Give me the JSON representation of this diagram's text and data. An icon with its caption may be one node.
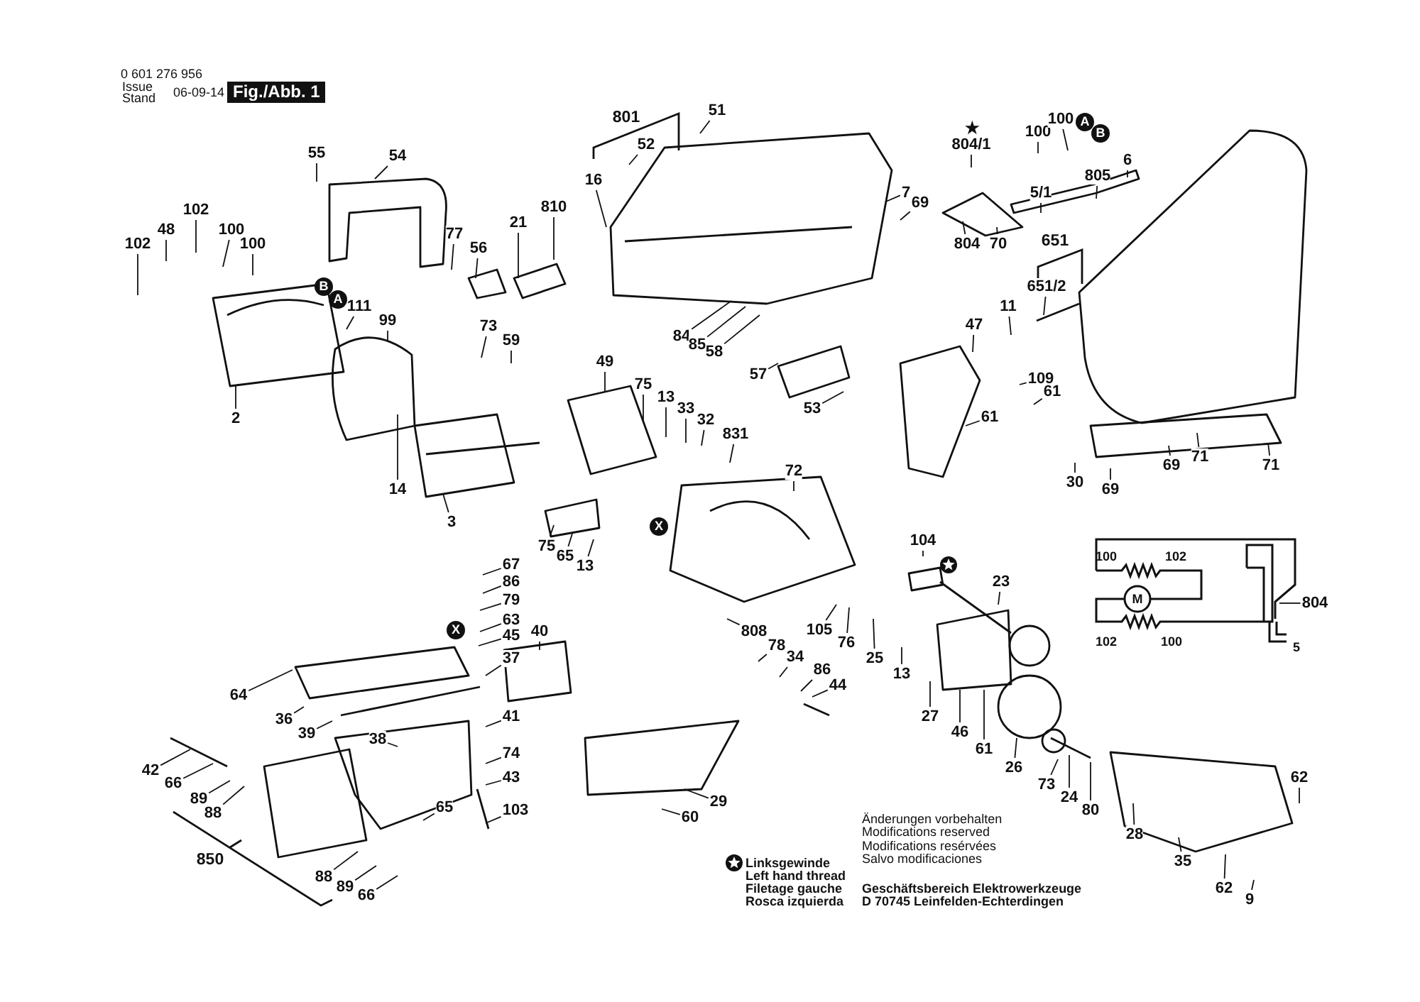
{
  "diagram": {
    "nodes": [
      {
        "text": [
          "55"
        ]
      },
      {
        "text": [
          "54"
        ]
      },
      {
        "text": [
          "51"
        ]
      },
      {
        "text": [
          "52"
        ]
      },
      {
        "text": [
          "100"
        ]
      },
      {
        "text": [
          "100"
        ]
      },
      {
        "text": [
          "804/1"
        ]
      },
      {
        "text": [
          "102"
        ]
      },
      {
        "text": [
          "16"
        ]
      },
      {
        "text": [
          "810"
        ]
      },
      {
        "text": [
          "21"
        ]
      },
      {
        "text": [
          "6"
        ]
      },
      {
        "text": [
          "805"
        ]
      },
      {
        "text": [
          "5/1"
        ]
      },
      {
        "text": [
          "7"
        ]
      },
      {
        "text": [
          "69"
        ]
      },
      {
        "text": [
          "48"
        ]
      },
      {
        "text": [
          "100"
        ]
      },
      {
        "text": [
          "100"
        ]
      },
      {
        "text": [
          "77"
        ]
      },
      {
        "text": [
          "804"
        ]
      },
      {
        "text": [
          "70"
        ]
      },
      {
        "text": [
          "102"
        ]
      },
      {
        "text": [
          "56"
        ]
      },
      {
        "text": [
          "651/2"
        ]
      },
      {
        "text": [
          "11"
        ]
      },
      {
        "text": [
          "111"
        ]
      },
      {
        "text": [
          "99"
        ]
      },
      {
        "text": [
          "47"
        ]
      },
      {
        "text": [
          "73"
        ]
      },
      {
        "text": [
          "59"
        ]
      },
      {
        "text": [
          "84"
        ]
      },
      {
        "text": [
          "85"
        ]
      },
      {
        "text": [
          "58"
        ]
      },
      {
        "text": [
          "49"
        ]
      },
      {
        "text": [
          "57"
        ]
      },
      {
        "text": [
          "109"
        ]
      },
      {
        "text": [
          "75"
        ]
      },
      {
        "text": [
          "61"
        ]
      },
      {
        "text": [
          "13"
        ]
      },
      {
        "text": [
          "53"
        ]
      },
      {
        "text": [
          "33"
        ]
      },
      {
        "text": [
          "2"
        ]
      },
      {
        "text": [
          "61"
        ]
      },
      {
        "text": [
          "32"
        ]
      },
      {
        "text": [
          "831"
        ]
      },
      {
        "text": [
          "71"
        ]
      },
      {
        "text": [
          "69"
        ]
      },
      {
        "text": [
          "71"
        ]
      },
      {
        "text": [
          "72"
        ]
      },
      {
        "text": [
          "30"
        ]
      },
      {
        "text": [
          "14"
        ]
      },
      {
        "text": [
          "69"
        ]
      },
      {
        "text": [
          "3"
        ]
      },
      {
        "text": [
          "75"
        ]
      },
      {
        "text": [
          "65"
        ]
      },
      {
        "text": [
          "13"
        ]
      },
      {
        "text": [
          "104"
        ]
      },
      {
        "text": [
          "67"
        ]
      },
      {
        "text": [
          "23"
        ]
      },
      {
        "text": [
          "86"
        ]
      },
      {
        "text": [
          "79"
        ]
      },
      {
        "text": [
          "804"
        ]
      },
      {
        "text": [
          "63"
        ]
      },
      {
        "text": [
          "808"
        ]
      },
      {
        "text": [
          "105"
        ]
      },
      {
        "text": [
          "40"
        ]
      },
      {
        "text": [
          "45"
        ]
      },
      {
        "text": [
          "76"
        ]
      },
      {
        "text": [
          "78"
        ]
      },
      {
        "text": [
          "34"
        ]
      },
      {
        "text": [
          "37"
        ]
      },
      {
        "text": [
          "25"
        ]
      },
      {
        "text": [
          "86"
        ]
      },
      {
        "text": [
          "13"
        ]
      },
      {
        "text": [
          "44"
        ]
      },
      {
        "text": [
          "64"
        ]
      },
      {
        "text": [
          "27"
        ]
      },
      {
        "text": [
          "41"
        ]
      },
      {
        "text": [
          "36"
        ]
      },
      {
        "text": [
          "46"
        ]
      },
      {
        "text": [
          "39"
        ]
      },
      {
        "text": [
          "38"
        ]
      },
      {
        "text": [
          "61"
        ]
      },
      {
        "text": [
          "74"
        ]
      },
      {
        "text": [
          "26"
        ]
      },
      {
        "text": [
          "42"
        ]
      },
      {
        "text": [
          "62"
        ]
      },
      {
        "text": [
          "43"
        ]
      },
      {
        "text": [
          "66"
        ]
      },
      {
        "text": [
          "73"
        ]
      },
      {
        "text": [
          "24"
        ]
      },
      {
        "text": [
          "89"
        ]
      },
      {
        "text": [
          "29"
        ]
      },
      {
        "text": [
          "65"
        ]
      },
      {
        "text": [
          "103"
        ]
      },
      {
        "text": [
          "80"
        ]
      },
      {
        "text": [
          "88"
        ]
      },
      {
        "text": [
          "60"
        ]
      },
      {
        "text": [
          "28"
        ]
      },
      {
        "text": [
          "35"
        ]
      },
      {
        "text": [
          "88"
        ]
      },
      {
        "text": [
          "89"
        ]
      },
      {
        "text": [
          "62"
        ]
      },
      {
        "text": [
          "66"
        ]
      },
      {
        "text": [
          "9"
        ]
      }
    ],
    "edges": [
      {
        "from": 0,
        "to": null,
        "arrow": "none"
      },
      {
        "from": 1,
        "to": null,
        "arrow": "none"
      },
      {
        "from": 2,
        "to": null,
        "arrow": "none"
      },
      {
        "from": 3,
        "to": null,
        "arrow": "none"
      },
      {
        "from": 4,
        "to": null,
        "arrow": "none"
      },
      {
        "from": 5,
        "to": null,
        "arrow": "none"
      },
      {
        "from": 6,
        "to": null,
        "arrow": "none"
      },
      {
        "from": 7,
        "to": null,
        "arrow": "none"
      },
      {
        "from": 8,
        "to": null,
        "arrow": "none"
      },
      {
        "from": 9,
        "to": null,
        "arrow": "none"
      },
      {
        "from": 10,
        "to": null,
        "arrow": "none"
      },
      {
        "from": 11,
        "to": null,
        "arrow": "none"
      },
      {
        "from": 12,
        "to": null,
        "arrow": "none"
      },
      {
        "from": 13,
        "to": null,
        "arrow": "none"
      },
      {
        "from": 14,
        "to": null,
        "arrow": "none"
      },
      {
        "from": 15,
        "to": null,
        "arrow": "none"
      },
      {
        "from": 16,
        "to": null,
        "arrow": "none"
      },
      {
        "from": 17,
        "to": null,
        "arrow": "none"
      },
      {
        "from": 18,
        "to": null,
        "arrow": "none"
      },
      {
        "from": 19,
        "to": null,
        "arrow": "none"
      },
      {
        "from": 20,
        "to": null,
        "arrow": "none"
      },
      {
        "from": 21,
        "to": null,
        "arrow": "none"
      },
      {
        "from": 22,
        "to": null,
        "arrow": "none"
      },
      {
        "from": 23,
        "to": null,
        "arrow": "none"
      },
      {
        "from": 24,
        "to": null,
        "arrow": "none"
      },
      {
        "from": 25,
        "to": null,
        "arrow": "none"
      },
      {
        "from": 26,
        "to": null,
        "arrow": "none"
      },
      {
        "from": 27,
        "to": null,
        "arrow": "none"
      },
      {
        "from": 28,
        "to": null,
        "arrow": "none"
      },
      {
        "from": 29,
        "to": null,
        "arrow": "none"
      },
      {
        "from": 30,
        "to": null,
        "arrow": "none"
      },
      {
        "from": 31,
        "to": null,
        "arrow": "none"
      },
      {
        "from": 32,
        "to": null,
        "arrow": "none"
      },
      {
        "from": 33,
        "to": null,
        "arrow": "none"
      },
      {
        "from": 34,
        "to": null,
        "arrow": "none"
      },
      {
        "from": 35,
        "to": null,
        "arrow": "none"
      },
      {
        "from": 36,
        "to": null,
        "arrow": "none"
      },
      {
        "from": 37,
        "to": null,
        "arrow": "none"
      },
      {
        "from": 38,
        "to": null,
        "arrow": "none"
      },
      {
        "from": 39,
        "to": null,
        "arrow": "none"
      },
      {
        "from": 40,
        "to": null,
        "arrow": "none"
      },
      {
        "from": 41,
        "to": null,
        "arrow": "none"
      },
      {
        "from": 42,
        "to": null,
        "arrow": "none"
      },
      {
        "from": 43,
        "to": null,
        "arrow": "none"
      },
      {
        "from": 44,
        "to": null,
        "arrow": "none"
      },
      {
        "from": 45,
        "to": null,
        "arrow": "none"
      },
      {
        "from": 46,
        "to": null,
        "arrow": "none"
      },
      {
        "from": 47,
        "to": null,
        "arrow": "none"
      },
      {
        "from": 48,
        "to": null,
        "arrow": "none"
      },
      {
        "from": 49,
        "to": null,
        "arrow": "none"
      },
      {
        "from": 50,
        "to": null,
        "arrow": "none"
      },
      {
        "from": 51,
        "to": null,
        "arrow": "none"
      },
      {
        "from": 52,
        "to": null,
        "arrow": "none"
      },
      {
        "from": 53,
        "to": null,
        "arrow": "none"
      },
      {
        "from": 54,
        "to": null,
        "arrow": "none"
      },
      {
        "from": 55,
        "to": null,
        "arrow": "none"
      },
      {
        "from": 56,
        "to": null,
        "arrow": "none"
      },
      {
        "from": 57,
        "to": null,
        "arrow": "none"
      },
      {
        "from": 58,
        "to": null,
        "arrow": "none"
      },
      {
        "from": 59,
        "to": null,
        "arrow": "none"
      },
      {
        "from": 60,
        "to": null,
        "arrow": "none"
      },
      {
        "from": 61,
        "to": null,
        "arrow": "none"
      },
      {
        "from": 62,
        "to": null,
        "arrow": "none"
      },
      {
        "from": 63,
        "to": null,
        "arrow": "none"
      },
      {
        "from": 64,
        "to": null,
        "arrow": "none"
      },
      {
        "from": 65,
        "to": null,
        "arrow": "none"
      },
      {
        "from": 66,
        "to": null,
        "arrow": "none"
      },
      {
        "from": 67,
        "to": null,
        "arrow": "none"
      },
      {
        "from": 68,
        "to": null,
        "arrow": "none"
      },
      {
        "from": 69,
        "to": null,
        "arrow": "none"
      },
      {
        "from": 70,
        "to": null,
        "arrow": "none"
      },
      {
        "from": 71,
        "to": null,
        "arrow": "none"
      },
      {
        "from": 72,
        "to": null,
        "arrow": "none"
      },
      {
        "from": 73,
        "to": null,
        "arrow": "none"
      },
      {
        "from": 74,
        "to": null,
        "arrow": "none"
      },
      {
        "from": 75,
        "to": null,
        "arrow": "none"
      },
      {
        "from": 76,
        "to": null,
        "arrow": "none"
      },
      {
        "from": 77,
        "to": null,
        "arrow": "none"
      },
      {
        "from": 78,
        "to": null,
        "arrow": "none"
      },
      {
        "from": 79,
        "to": null,
        "arrow": "none"
      },
      {
        "from": 80,
        "to": null,
        "arrow": "none"
      },
      {
        "from": 81,
        "to": null,
        "arrow": "none"
      },
      {
        "from": 82,
        "to": null,
        "arrow": "none"
      },
      {
        "from": 83,
        "to": null,
        "arrow": "none"
      },
      {
        "from": 84,
        "to": null,
        "arrow": "none"
      },
      {
        "from": 85,
        "to": null,
        "arrow": "none"
      },
      {
        "from": 86,
        "to": null,
        "arrow": "none"
      },
      {
        "from": 87,
        "to": null,
        "arrow": "none"
      },
      {
        "from": 88,
        "to": null,
        "arrow": "none"
      },
      {
        "from": 89,
        "to": null,
        "arrow": "none"
      },
      {
        "from": 90,
        "to": null,
        "arrow": "none"
      },
      {
        "from": 91,
        "to": null,
        "arrow": "none"
      },
      {
        "from": 92,
        "to": null,
        "arrow": "none"
      },
      {
        "from": 93,
        "to": null,
        "arrow": "none"
      },
      {
        "from": 94,
        "to": null,
        "arrow": "none"
      },
      {
        "from": 95,
        "to": null,
        "arrow": "none"
      },
      {
        "from": 96,
        "to": null,
        "arrow": "none"
      },
      {
        "from": 97,
        "to": null,
        "arrow": "none"
      },
      {
        "from": 98,
        "to": null,
        "arrow": "none"
      },
      {
        "from": 99,
        "to": null,
        "arrow": "none"
      },
      {
        "from": 100,
        "to": null,
        "arrow": "none"
      },
      {
        "from": 101,
        "to": null,
        "arrow": "none"
      },
      {
        "from": 102,
        "to": null,
        "arrow": "none"
      },
      {
        "from": 103,
        "to": null,
        "arrow": "none"
      },
      {
        "from": 104,
        "to": null,
        "arrow": "none"
      },
      {
        "from": 105,
        "to": null,
        "arrow": "none"
      }
    ],
    "labels": [
      "0 601 276 956",
      "Issue",
      "Stand",
      "06-09-14",
      "Fig./Abb. 1",
      "801",
      "★",
      "A",
      "B",
      "651",
      "B",
      "A",
      "X",
      "100",
      "102",
      "M",
      "X",
      "102",
      "100",
      "5",
      "Änderungen vorbehalten",
      "Modifications reserved",
      "Modifications resérvées",
      "850",
      "Salvo modificaciones",
      "Linksgewinde",
      "Left hand thread",
      "Filetage gauche",
      "Geschäftsbereich Elektrowerkzeuge",
      "Rosca izquierda",
      "D 70745 Leinfelden-Echterdingen"
    ]
  }
}
